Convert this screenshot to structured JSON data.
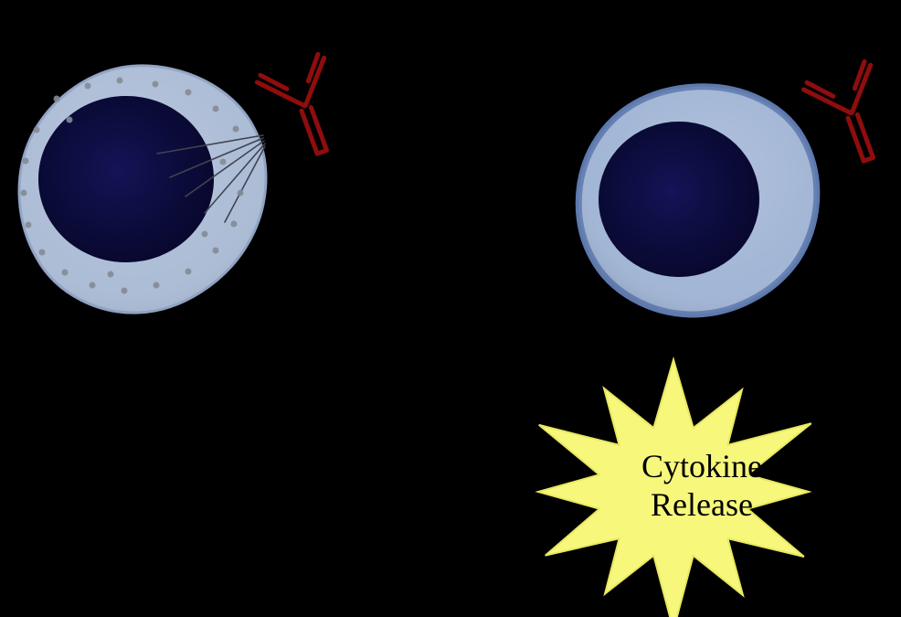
{
  "scene": {
    "background": "#000000",
    "description": "Two cells with bound antibodies; right cell with cytokine release burst"
  },
  "colors": {
    "cell_body_left": "#a9bad4",
    "cell_outline_left": "#8fa2c2",
    "cell_body_right": "#9db2d3",
    "cell_outline_right": "#5d79ae",
    "nucleus": "#0a0a40",
    "nucleus_highlight": "#16165c",
    "granule": "#858b96",
    "secretion_line": "#3f4450",
    "antibody": "#8f0d0d",
    "burst_fill": "#f7f77c",
    "burst_outline": "#e8e860",
    "label_text": "#000000"
  },
  "burst": {
    "line1": "Cytokine",
    "line2": "Release"
  }
}
